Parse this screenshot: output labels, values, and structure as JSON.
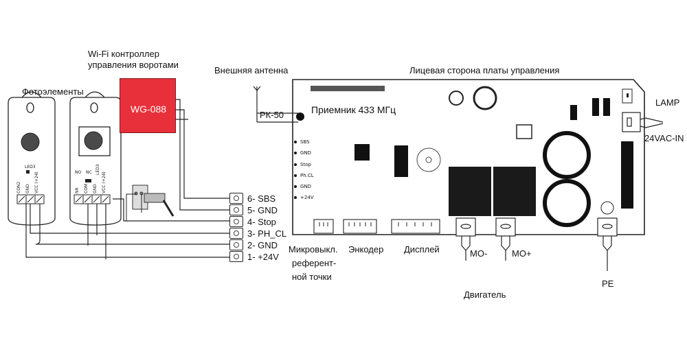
{
  "title": "Лицевая сторона платы управления",
  "photocells": {
    "label": "Фотоэлементы",
    "led_label": "LED3",
    "con2_label": "CON2",
    "gnd_label": "GND",
    "vcc_label": "VCC (+24)",
    "led_label_rx": "LED3",
    "no_label": "NO",
    "nc_label": "NC",
    "nr_label": "NR",
    "com_label": "COM",
    "gnd_label_rx": "GND",
    "vcc_label_rx": "VCC (+24)"
  },
  "controller": {
    "line1": "Wi-Fi контроллер",
    "line2": "управления воротами",
    "model": "WG-088"
  },
  "antenna": {
    "label": "Внешняя антенна",
    "connector": "РК-50"
  },
  "receiver": {
    "label": "Приемник 433 МГц"
  },
  "terminals": [
    "6- SBS",
    "5- GND",
    "4- Stop",
    "3- PH_CL",
    "2- GND",
    "1- +24V"
  ],
  "board_pins": [
    "SBS",
    "GND",
    "Stop",
    "Ph.CL",
    "GND",
    "+24V"
  ],
  "lamp": {
    "label": "LAMP",
    "power": "24VAC-IN"
  },
  "bottom": {
    "microswitch": [
      "Микровыкл.",
      "референт-",
      "ной точки"
    ],
    "encoder": "Энкодер",
    "display": "Дисплей",
    "mo_minus": "MO-",
    "mo_plus": "MO+",
    "motor": "Двигатель",
    "pe": "PE"
  }
}
